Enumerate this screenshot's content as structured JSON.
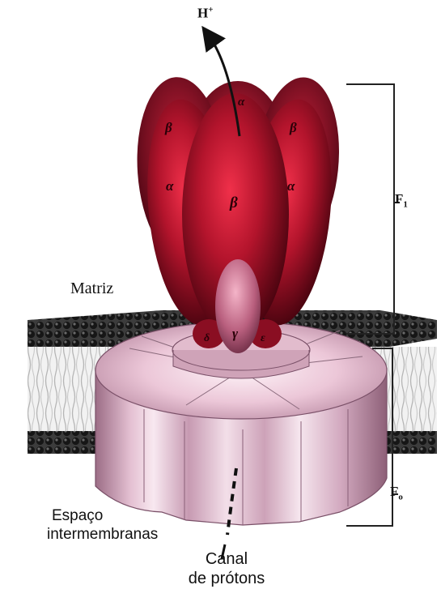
{
  "labels": {
    "proton": "H",
    "proton_charge": "+",
    "f1": "F",
    "f1_sub": "1",
    "fo": "F",
    "fo_sub": "o",
    "matrix": "Matriz",
    "intermembrane_line1": "Espaço",
    "intermembrane_line2": "intermembranas",
    "channel_line1": "Canal",
    "channel_line2": "de prótons"
  },
  "subunits": {
    "alpha": "α",
    "beta": "β",
    "gamma": "γ",
    "delta": "δ",
    "epsilon": "ε"
  },
  "colors": {
    "f1_head": "#a8142a",
    "f1_head_dark": "#4a0410",
    "fo_ring": "#e7c3d4",
    "membrane_heads": "#262626",
    "membrane_tails": "#dcdcdc"
  }
}
